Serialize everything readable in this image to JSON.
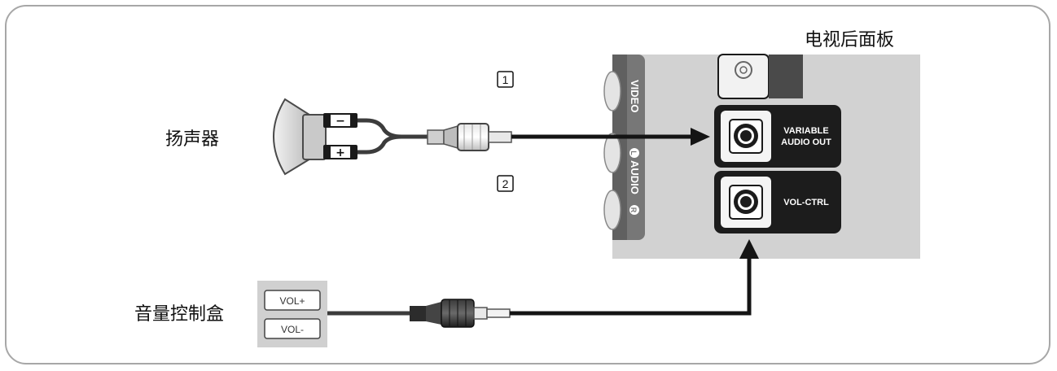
{
  "tv_panel": {
    "title": "电视后面板",
    "side_video": "VIDEO",
    "side_audio": "AUDIO",
    "side_audio_left_mark": "L",
    "side_audio_right_mark": "R",
    "port_variable_line1": "VARIABLE",
    "port_variable_line2": "AUDIO OUT",
    "port_vol_ctrl": "VOL-CTRL"
  },
  "speaker": {
    "label": "扬声器",
    "minus": "−",
    "plus": "+"
  },
  "volume_box": {
    "label": "音量控制盒",
    "vol_plus": "VOL+",
    "vol_minus": "VOL-"
  },
  "callouts": {
    "one": "1",
    "two": "2"
  },
  "colors": {
    "frame_border": "#a7a7a7",
    "panel_gray": "#d2d2d2",
    "port_dark": "#1c1c1c",
    "cable_black": "#141414"
  }
}
